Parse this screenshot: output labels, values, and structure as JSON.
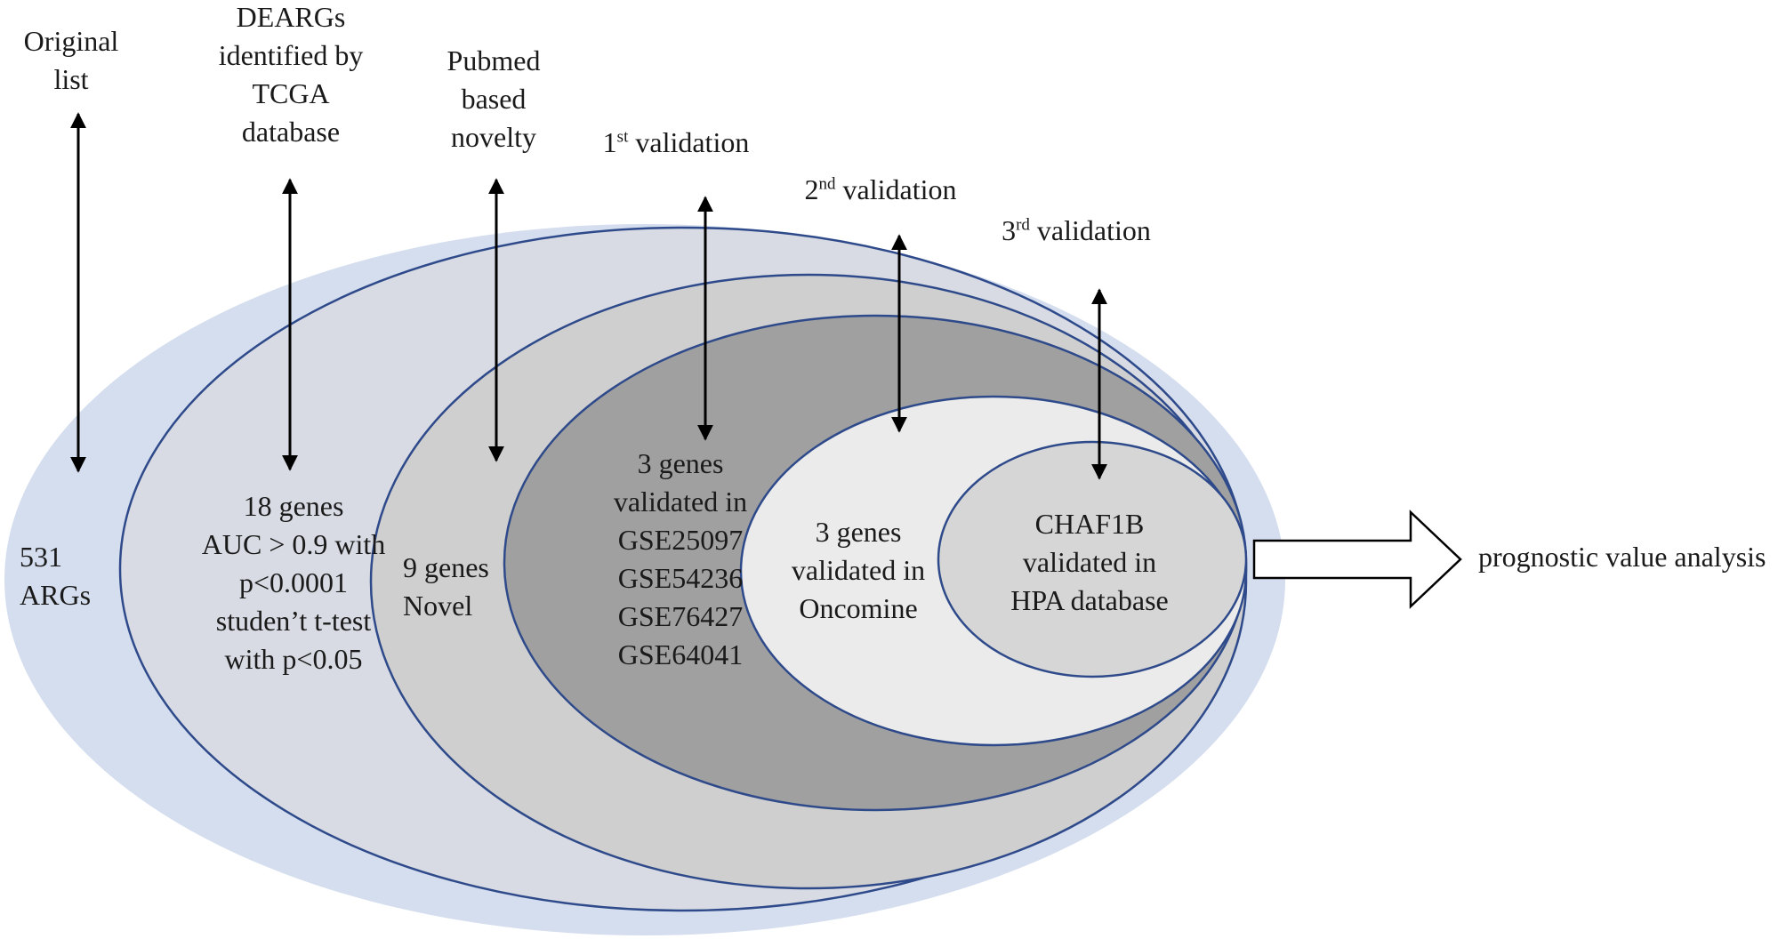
{
  "stages": [
    {
      "id": "original",
      "top_label": "Original\nlist",
      "content": "531\nARGs"
    },
    {
      "id": "deargs",
      "top_label": "DEARGs\nidentified  by\nTCGA\ndatabase",
      "content": "18 genes\nAUC > 0.9 with\np<0.0001\nstuden’t t-test\nwith p<0.05"
    },
    {
      "id": "pubmed",
      "top_label": "Pubmed\nbased\nnovelty",
      "content": "9 genes\nNovel"
    },
    {
      "id": "v1",
      "top_label_num": "1",
      "top_label_sup": "st",
      "top_label_rest": " validation",
      "content": "3 genes\nvalidated in\nGSE25097\nGSE54236\nGSE76427\nGSE64041"
    },
    {
      "id": "v2",
      "top_label_num": "2",
      "top_label_sup": "nd",
      "top_label_rest": " validation",
      "content": "3 genes\nvalidated in\nOncomine"
    },
    {
      "id": "v3",
      "top_label_num": "3",
      "top_label_sup": "rd",
      "top_label_rest": " validation",
      "content": "CHAF1B\nvalidated in\nHPA database"
    }
  ],
  "outcome": {
    "label": "prognostic value analysis"
  },
  "colors": {
    "outer_fill": "#d5deef",
    "ring1_fill": "#d8dbe3",
    "ring2_fill": "#cfcfcf",
    "ring3_fill": "#a0a0a0",
    "ring4_fill": "#ebebeb",
    "ring5_fill": "#d6d6d6",
    "stroke": "#2e4a8a",
    "arrow": "#000000"
  }
}
